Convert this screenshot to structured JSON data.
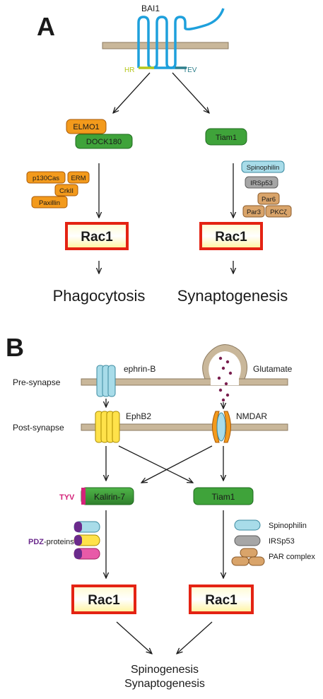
{
  "panel_a": {
    "label": "A",
    "receptor": "BAI1",
    "domain_hr": "HR",
    "domain_tev": "TEV",
    "left": {
      "elmo1": "ELMO1",
      "dock180": "DOCK180",
      "adapters": [
        "p130Cas",
        "ERM",
        "CrkII",
        "Paxillin"
      ],
      "rac1": "Rac1",
      "outcome": "Phagocytosis"
    },
    "right": {
      "tiam1": "Tiam1",
      "adapters": [
        "Spinophilin",
        "IRSp53",
        "Par6",
        "Par3",
        "PKCζ"
      ],
      "rac1": "Rac1",
      "outcome": "Synaptogenesis"
    }
  },
  "panel_b": {
    "label": "B",
    "pre_synapse": "Pre-synapse",
    "post_synapse": "Post-synapse",
    "ephrin_b": "ephrin-B",
    "glutamate": "Glutamate",
    "ephb2": "EphB2",
    "nmdar": "NMDAR",
    "kalirin": "Kalirin-7",
    "tyv": "TYV",
    "tiam1": "Tiam1",
    "pdz_prefix": "PDZ",
    "pdz_suffix": "-proteins",
    "legend": [
      "Spinophilin",
      "IRSp53",
      "PAR complex"
    ],
    "rac1_left": "Rac1",
    "rac1_right": "Rac1",
    "outcome_line1": "Spinogenesis",
    "outcome_line2": "Synaptogenesis"
  },
  "colors": {
    "rac_border": "#e42313",
    "rac_fill_top": "#fff6a8",
    "tyv": "#d4237a",
    "pdz": "#6b2a8c",
    "receptor": "#1ea0dc",
    "hr": "#b5c71a",
    "tev": "#2e7f8c"
  }
}
